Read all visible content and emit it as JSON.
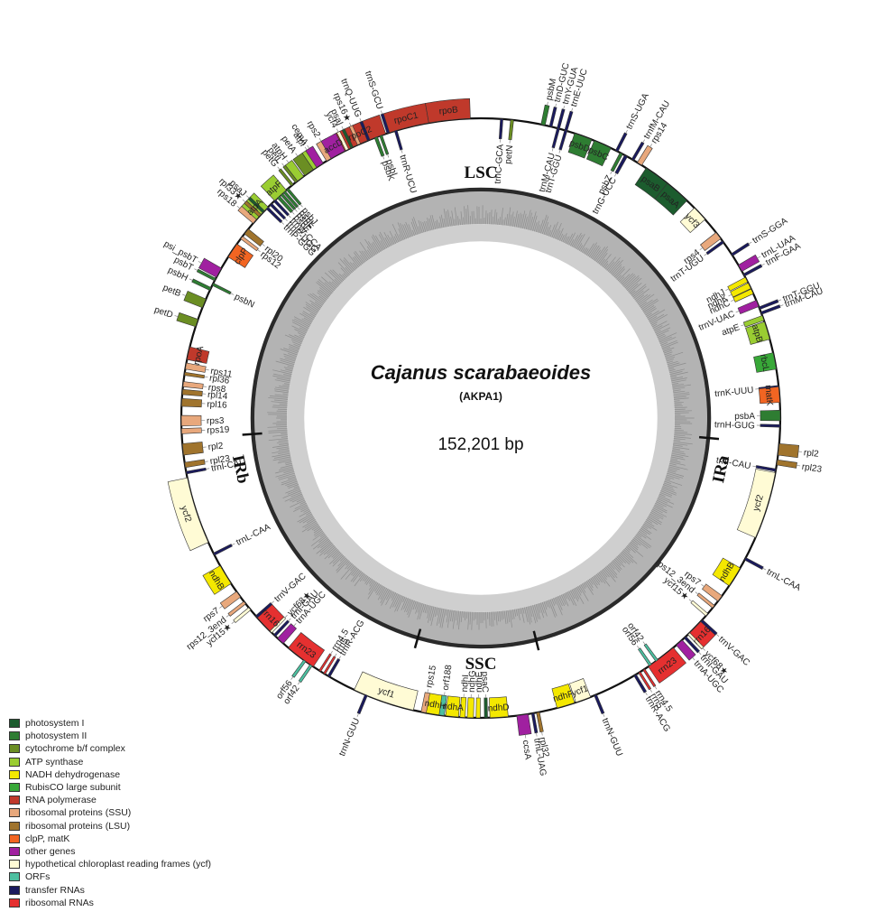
{
  "genome": {
    "species": "Cajanus scarabaeoides",
    "strain": "(AKPA1)",
    "size_label": "152,201 bp",
    "regions": [
      {
        "name": "LSC",
        "angle": 0
      },
      {
        "name": "IRa",
        "angle": 102
      },
      {
        "name": "SSC",
        "angle": 180
      },
      {
        "name": "IRb",
        "angle": 258
      }
    ],
    "boundaries": [
      95,
      166,
      196,
      266
    ]
  },
  "categories": {
    "ps1": {
      "label": "photosystem I",
      "color": "#1c5c2e"
    },
    "ps2": {
      "label": "photosystem II",
      "color": "#2e7d32"
    },
    "cytb": {
      "label": "cytochrome b/f complex",
      "color": "#6b8e23"
    },
    "atp": {
      "label": "ATP synthase",
      "color": "#9acd32"
    },
    "ndh": {
      "label": "NADH dehydrogenase",
      "color": "#f4e800"
    },
    "rbc": {
      "label": "RubisCO large subunit",
      "color": "#38a838"
    },
    "rpo": {
      "label": "RNA polymerase",
      "color": "#c0392b"
    },
    "rps": {
      "label": "ribosomal proteins (SSU)",
      "color": "#e8a87c"
    },
    "rpl": {
      "label": "ribosomal proteins (LSU)",
      "color": "#a0742d"
    },
    "clp": {
      "label": "clpP, matK",
      "color": "#f26522"
    },
    "oth": {
      "label": "other genes",
      "color": "#a020a0"
    },
    "ycf": {
      "label": "hypothetical chloroplast reading frames (ycf)",
      "color": "#fffbd5"
    },
    "orf": {
      "label": "ORFs",
      "color": "#4dbfa0"
    },
    "trn": {
      "label": "transfer RNAs",
      "color": "#1a1a5e"
    },
    "rrn": {
      "label": "ribosomal RNAs",
      "color": "#e53030"
    }
  },
  "legend_order": [
    "ps1",
    "ps2",
    "cytb",
    "atp",
    "ndh",
    "rbc",
    "rpo",
    "rps",
    "rpl",
    "clp",
    "oth",
    "ycf",
    "orf",
    "trn",
    "rrn"
  ],
  "genes": [
    {
      "name": "rpoC2",
      "cat": "rpo",
      "a": 337,
      "w": 9,
      "side": "out"
    },
    {
      "name": "rpoC1",
      "cat": "rpo",
      "a": 346,
      "w": 8,
      "side": "out"
    },
    {
      "name": "rpoB",
      "cat": "rpo",
      "a": 354,
      "w": 8,
      "side": "out"
    },
    {
      "name": "rps2",
      "cat": "rps",
      "a": 330,
      "w": 2,
      "side": "out"
    },
    {
      "name": "atpI",
      "cat": "atp",
      "a": 327,
      "w": 2,
      "side": "out"
    },
    {
      "name": "atpH",
      "cat": "atp",
      "a": 323,
      "w": 1.5,
      "side": "out"
    },
    {
      "name": "atpF",
      "cat": "atp",
      "a": 318,
      "w": 3,
      "side": "out"
    },
    {
      "name": "atpA",
      "cat": "atp",
      "a": 313,
      "w": 3.5,
      "side": "out"
    },
    {
      "name": "psbM",
      "cat": "ps2",
      "a": 12,
      "w": 0.8,
      "side": "out"
    },
    {
      "name": "trnD-GUC",
      "cat": "trn",
      "a": 13.5,
      "w": 0.5,
      "side": "out"
    },
    {
      "name": "trnY-GUA",
      "cat": "trn",
      "a": 15,
      "w": 0.5,
      "side": "out"
    },
    {
      "name": "trnE-UUC",
      "cat": "trn",
      "a": 16.5,
      "w": 0.5,
      "side": "out"
    },
    {
      "name": "petN",
      "cat": "cytb",
      "a": 6,
      "w": 0.6,
      "side": "in"
    },
    {
      "name": "trnC-GCA",
      "cat": "trn",
      "a": 4,
      "w": 0.5,
      "side": "in"
    },
    {
      "name": "psbD",
      "cat": "ps2",
      "a": 20,
      "w": 3.5,
      "side": "in"
    },
    {
      "name": "psbC",
      "cat": "ps2",
      "a": 24,
      "w": 3.5,
      "side": "in"
    },
    {
      "name": "trnM-CAU",
      "cat": "trn",
      "a": 15,
      "w": 0.5,
      "side": "in"
    },
    {
      "name": "trnT-GGU",
      "cat": "trn",
      "a": 16.5,
      "w": 0.5,
      "side": "in"
    },
    {
      "name": "trnS-UGA",
      "cat": "trn",
      "a": 27,
      "w": 0.5,
      "side": "out"
    },
    {
      "name": "psbZ",
      "cat": "ps2",
      "a": 28,
      "w": 0.6,
      "side": "in"
    },
    {
      "name": "trnG-UCC",
      "cat": "trn",
      "a": 29,
      "w": 0.6,
      "side": "in"
    },
    {
      "name": "trnfM-CAU",
      "cat": "trn",
      "a": 30.5,
      "w": 0.5,
      "side": "out"
    },
    {
      "name": "rps14",
      "cat": "rps",
      "a": 32,
      "w": 1,
      "side": "out"
    },
    {
      "name": "psaB",
      "cat": "ps1",
      "a": 36,
      "w": 5,
      "side": "in"
    },
    {
      "name": "psaA",
      "cat": "ps1",
      "a": 41,
      "w": 5,
      "side": "in"
    },
    {
      "name": "ycf3",
      "cat": "ycf",
      "a": 47,
      "w": 3,
      "side": "in"
    },
    {
      "name": "rps4",
      "cat": "rps",
      "a": 52.5,
      "w": 1.5,
      "side": "in"
    },
    {
      "name": "trnT-UGU",
      "cat": "trn",
      "a": 54,
      "w": 0.5,
      "side": "in"
    },
    {
      "name": "trnS-GGA",
      "cat": "trn",
      "a": 57,
      "w": 0.5,
      "side": "out"
    },
    {
      "name": "trnL-UAA",
      "cat": "oth",
      "a": 60,
      "w": 1.4,
      "side": "out"
    },
    {
      "name": "trnF-GAA",
      "cat": "trn",
      "a": 61.5,
      "w": 0.5,
      "side": "out"
    },
    {
      "name": "ndhJ",
      "cat": "ndh",
      "a": 62.5,
      "w": 1,
      "side": "in"
    },
    {
      "name": "ndhK",
      "cat": "ndh",
      "a": 63.8,
      "w": 1.2,
      "side": "in"
    },
    {
      "name": "ndhC",
      "cat": "ndh",
      "a": 65,
      "w": 1,
      "side": "in"
    },
    {
      "name": "trnV-UAC",
      "cat": "oth",
      "a": 67.5,
      "w": 1.3,
      "side": "in"
    },
    {
      "name": "trnM-CAU",
      "cat": "trn",
      "a": 69.5,
      "w": 0.5,
      "side": "out"
    },
    {
      "name": "atpE",
      "cat": "atp",
      "a": 70.5,
      "w": 1,
      "side": "in"
    },
    {
      "name": "atpB",
      "cat": "atp",
      "a": 73,
      "w": 3.5,
      "side": "in"
    },
    {
      "name": "trnT-GGU",
      "cat": "trn",
      "a": 68.5,
      "w": 0.5,
      "side": "out"
    },
    {
      "name": "rbcL",
      "cat": "rbc",
      "a": 79,
      "w": 3.2,
      "side": "in"
    },
    {
      "name": "trnK-UUU",
      "cat": "trn",
      "a": 84,
      "w": 0.5,
      "side": "in"
    },
    {
      "name": "matK",
      "cat": "clp",
      "a": 85.5,
      "w": 3,
      "side": "in"
    },
    {
      "name": "psbA",
      "cat": "ps2",
      "a": 89.5,
      "w": 2,
      "side": "in"
    },
    {
      "name": "trnH-GUG",
      "cat": "trn",
      "a": 91.5,
      "w": 0.5,
      "side": "in"
    },
    {
      "name": "rpl2",
      "cat": "rpl",
      "a": 96,
      "w": 2.2,
      "side": "out"
    },
    {
      "name": "rpl23",
      "cat": "rpl",
      "a": 98.5,
      "w": 1,
      "side": "out"
    },
    {
      "name": "trnI-CAU",
      "cat": "trn",
      "a": 100,
      "w": 0.5,
      "side": "in"
    },
    {
      "name": "ycf2",
      "cat": "ycf",
      "a": 107,
      "w": 13,
      "side": "in"
    },
    {
      "name": "trnL-CAA",
      "cat": "trn",
      "a": 118,
      "w": 0.5,
      "side": "out"
    },
    {
      "name": "ndhB",
      "cat": "ndh",
      "a": 122,
      "w": 4,
      "side": "in"
    },
    {
      "name": "rps7",
      "cat": "rps",
      "a": 127,
      "w": 1.3,
      "side": "in"
    },
    {
      "name": "rps12_3end",
      "cat": "rps",
      "a": 129,
      "w": 0.6,
      "side": "in"
    },
    {
      "name": "ycf15★",
      "cat": "ycf",
      "a": 131,
      "w": 0.6,
      "side": "in"
    },
    {
      "name": "trnV-GAC",
      "cat": "trn",
      "a": 132.5,
      "w": 0.5,
      "side": "out"
    },
    {
      "name": "rrn16",
      "cat": "rrn",
      "a": 134.5,
      "w": 3.5,
      "side": "out"
    },
    {
      "name": "trnI-GAU",
      "cat": "trn",
      "a": 137,
      "w": 0.5,
      "side": "out"
    },
    {
      "name": "trnA-UGC",
      "cat": "oth",
      "a": 138.5,
      "w": 1.5,
      "side": "out"
    },
    {
      "name": "ycf68★",
      "cat": "ycf",
      "a": 136,
      "w": 0.5,
      "side": "out"
    },
    {
      "name": "rrn23",
      "cat": "rrn",
      "a": 143,
      "w": 6,
      "side": "out"
    },
    {
      "name": "rrn4.5",
      "cat": "rrn",
      "a": 147,
      "w": 0.4,
      "side": "out"
    },
    {
      "name": "rrn5",
      "cat": "rrn",
      "a": 148,
      "w": 0.4,
      "side": "out"
    },
    {
      "name": "trnR-ACG",
      "cat": "trn",
      "a": 149,
      "w": 0.5,
      "side": "out"
    },
    {
      "name": "orf42",
      "cat": "orf",
      "a": 144,
      "w": 0.5,
      "side": "in"
    },
    {
      "name": "orf56",
      "cat": "orf",
      "a": 145.5,
      "w": 0.5,
      "side": "in"
    },
    {
      "name": "trnN-GUU",
      "cat": "trn",
      "a": 157.5,
      "w": 0.5,
      "side": "out"
    },
    {
      "name": "ycf1",
      "cat": "ycf",
      "a": 160,
      "w": 3,
      "side": "in"
    },
    {
      "name": "ndhF",
      "cat": "ndh",
      "a": 163.5,
      "w": 3.5,
      "side": "in"
    },
    {
      "name": "rpl32",
      "cat": "rpl",
      "a": 169,
      "w": 0.6,
      "side": "out"
    },
    {
      "name": "trnL-UAG",
      "cat": "trn",
      "a": 170,
      "w": 0.5,
      "side": "out"
    },
    {
      "name": "ccsA",
      "cat": "oth",
      "a": 172,
      "w": 2.2,
      "side": "out"
    },
    {
      "name": "ndhD",
      "cat": "ndh",
      "a": 176.5,
      "w": 3.5,
      "side": "in"
    },
    {
      "name": "psaC",
      "cat": "ps1",
      "a": 179,
      "w": 0.6,
      "side": "in"
    },
    {
      "name": "ndhE",
      "cat": "ndh",
      "a": 180.5,
      "w": 0.8,
      "side": "in"
    },
    {
      "name": "ndhG",
      "cat": "ndh",
      "a": 182,
      "w": 1.2,
      "side": "in"
    },
    {
      "name": "ndhI",
      "cat": "ndh",
      "a": 183.5,
      "w": 1,
      "side": "in"
    },
    {
      "name": "ndhA",
      "cat": "ndh",
      "a": 185.5,
      "w": 2.5,
      "side": "in"
    },
    {
      "name": "ndhH",
      "cat": "ndh",
      "a": 189,
      "w": 3.5,
      "side": "in"
    },
    {
      "name": "orf188",
      "cat": "orf",
      "a": 187.5,
      "w": 1,
      "side": "in"
    },
    {
      "name": "rps15",
      "cat": "rps",
      "a": 191,
      "w": 1,
      "side": "in"
    },
    {
      "name": "ycf1",
      "cat": "ycf",
      "a": 199,
      "w": 12,
      "side": "in"
    },
    {
      "name": "trnN-GUU",
      "cat": "trn",
      "a": 202.5,
      "w": 0.5,
      "side": "out"
    },
    {
      "name": "orf42",
      "cat": "orf",
      "a": 214.5,
      "w": 0.5,
      "side": "out"
    },
    {
      "name": "orf56",
      "cat": "orf",
      "a": 216,
      "w": 0.5,
      "side": "out"
    },
    {
      "name": "trnR-ACG",
      "cat": "trn",
      "a": 210.5,
      "w": 0.5,
      "side": "in"
    },
    {
      "name": "rrn5",
      "cat": "rrn",
      "a": 211.5,
      "w": 0.4,
      "side": "in"
    },
    {
      "name": "rrn4.5",
      "cat": "rrn",
      "a": 212.5,
      "w": 0.4,
      "side": "in"
    },
    {
      "name": "rrn23",
      "cat": "rrn",
      "a": 217,
      "w": 6,
      "side": "in"
    },
    {
      "name": "trnA-UGC",
      "cat": "oth",
      "a": 222,
      "w": 1.5,
      "side": "in"
    },
    {
      "name": "trnI-GAU",
      "cat": "trn",
      "a": 223.5,
      "w": 0.5,
      "side": "in"
    },
    {
      "name": "ycf68★",
      "cat": "ycf",
      "a": 224.5,
      "w": 0.5,
      "side": "in"
    },
    {
      "name": "rrn16",
      "cat": "rrn",
      "a": 226.5,
      "w": 3.5,
      "side": "in"
    },
    {
      "name": "trnV-GAC",
      "cat": "trn",
      "a": 228.5,
      "w": 0.5,
      "side": "in"
    },
    {
      "name": "ycf15★",
      "cat": "ycf",
      "a": 230.5,
      "w": 0.6,
      "side": "out"
    },
    {
      "name": "rps12_3end",
      "cat": "rps",
      "a": 232,
      "w": 0.6,
      "side": "out"
    },
    {
      "name": "rps7",
      "cat": "rps",
      "a": 234,
      "w": 1.3,
      "side": "out"
    },
    {
      "name": "ndhB",
      "cat": "ndh",
      "a": 238.5,
      "w": 4,
      "side": "out"
    },
    {
      "name": "trnL-CAA",
      "cat": "trn",
      "a": 243,
      "w": 0.5,
      "side": "in"
    },
    {
      "name": "ycf2",
      "cat": "ycf",
      "a": 252,
      "w": 13,
      "side": "out"
    },
    {
      "name": "trnI-CAU",
      "cat": "trn",
      "a": 259.5,
      "w": 0.5,
      "side": "in"
    },
    {
      "name": "rpl23",
      "cat": "rpl",
      "a": 261,
      "w": 1,
      "side": "in"
    },
    {
      "name": "rpl2",
      "cat": "rpl",
      "a": 264,
      "w": 2.2,
      "side": "in"
    },
    {
      "name": "rps19",
      "cat": "rps",
      "a": 267.5,
      "w": 1,
      "side": "in"
    },
    {
      "name": "rps3",
      "cat": "rps",
      "a": 269.5,
      "w": 2,
      "side": "in"
    },
    {
      "name": "rpl16",
      "cat": "rpl",
      "a": 273,
      "w": 1.5,
      "side": "in"
    },
    {
      "name": "rpl14",
      "cat": "rpl",
      "a": 275,
      "w": 1,
      "side": "in"
    },
    {
      "name": "rps8",
      "cat": "rps",
      "a": 276.5,
      "w": 1,
      "side": "in"
    },
    {
      "name": "rpl36",
      "cat": "rpl",
      "a": 278.5,
      "w": 0.6,
      "side": "in"
    },
    {
      "name": "rps11",
      "cat": "rps",
      "a": 280,
      "w": 1.2,
      "side": "in"
    },
    {
      "name": "rpoA",
      "cat": "rpo",
      "a": 282.5,
      "w": 2.5,
      "side": "in"
    },
    {
      "name": "petD",
      "cat": "cytb",
      "a": 288.5,
      "w": 1.5,
      "side": "out"
    },
    {
      "name": "petB",
      "cat": "cytb",
      "a": 292.5,
      "w": 1.8,
      "side": "out"
    },
    {
      "name": "psbH",
      "cat": "ps2",
      "a": 295.5,
      "w": 0.6,
      "side": "out"
    },
    {
      "name": "psbN",
      "cat": "ps2",
      "a": 296.5,
      "w": 0.5,
      "side": "in"
    },
    {
      "name": "psbT",
      "cat": "ps2",
      "a": 297.5,
      "w": 0.5,
      "side": "out"
    },
    {
      "name": "psi_psbT",
      "cat": "oth",
      "a": 299,
      "w": 2,
      "side": "out"
    },
    {
      "name": "clpP",
      "cat": "clp",
      "a": 304,
      "w": 3,
      "side": "in"
    },
    {
      "name": "rps12",
      "cat": "rps",
      "a": 307,
      "w": 0.6,
      "side": "in"
    },
    {
      "name": "rpl20",
      "cat": "rpl",
      "a": 308.5,
      "w": 1.2,
      "side": "in"
    },
    {
      "name": "rps18",
      "cat": "rps",
      "a": 311,
      "w": 1,
      "side": "out"
    },
    {
      "name": "rpl33★",
      "cat": "rpl",
      "a": 312.5,
      "w": 0.6,
      "side": "out"
    },
    {
      "name": "psaJ",
      "cat": "ps1",
      "a": 313.5,
      "w": 0.5,
      "side": "out"
    },
    {
      "name": "trnP-GGG",
      "cat": "trn",
      "a": 314.5,
      "w": 0.5,
      "side": "in"
    },
    {
      "name": "trnP-UGG",
      "cat": "trn",
      "a": 315.5,
      "w": 0.5,
      "side": "in"
    },
    {
      "name": "trnW-CCA",
      "cat": "trn",
      "a": 316.5,
      "w": 0.5,
      "side": "in"
    },
    {
      "name": "psbE",
      "cat": "ps2",
      "a": 317.5,
      "w": 0.6,
      "side": "in"
    },
    {
      "name": "psbF",
      "cat": "ps2",
      "a": 318.3,
      "w": 0.5,
      "side": "in"
    },
    {
      "name": "psbL",
      "cat": "ps2",
      "a": 319,
      "w": 0.5,
      "side": "in"
    },
    {
      "name": "psbJ",
      "cat": "ps2",
      "a": 319.8,
      "w": 0.5,
      "side": "in"
    },
    {
      "name": "petG",
      "cat": "cytb",
      "a": 321,
      "w": 0.5,
      "side": "out"
    },
    {
      "name": "petL",
      "cat": "cytb",
      "a": 322,
      "w": 0.5,
      "side": "out"
    },
    {
      "name": "petA",
      "cat": "cytb",
      "a": 325,
      "w": 2,
      "side": "out"
    },
    {
      "name": "cemA",
      "cat": "oth",
      "a": 327.5,
      "w": 1.5,
      "side": "out"
    },
    {
      "name": "accD",
      "cat": "oth",
      "a": 331.5,
      "w": 3,
      "side": "out"
    },
    {
      "name": "ycf4",
      "cat": "ycf",
      "a": 333.5,
      "w": 0.6,
      "side": "out"
    },
    {
      "name": "psaI",
      "cat": "ps1",
      "a": 334.5,
      "w": 0.5,
      "side": "out"
    },
    {
      "name": "rps16★",
      "cat": "rps",
      "a": 336,
      "w": 0.6,
      "side": "out"
    },
    {
      "name": "trnQ-UUG",
      "cat": "trn",
      "a": 338,
      "w": 0.5,
      "side": "out"
    },
    {
      "name": "psbK",
      "cat": "ps2",
      "a": 339.5,
      "w": 0.6,
      "side": "in"
    },
    {
      "name": "psbI",
      "cat": "ps2",
      "a": 340.5,
      "w": 0.5,
      "side": "in"
    },
    {
      "name": "trnS-GCU",
      "cat": "trn",
      "a": 342,
      "w": 0.5,
      "side": "out"
    },
    {
      "name": "trnR-UCU",
      "cat": "trn",
      "a": 343.5,
      "w": 0.5,
      "side": "in"
    }
  ]
}
